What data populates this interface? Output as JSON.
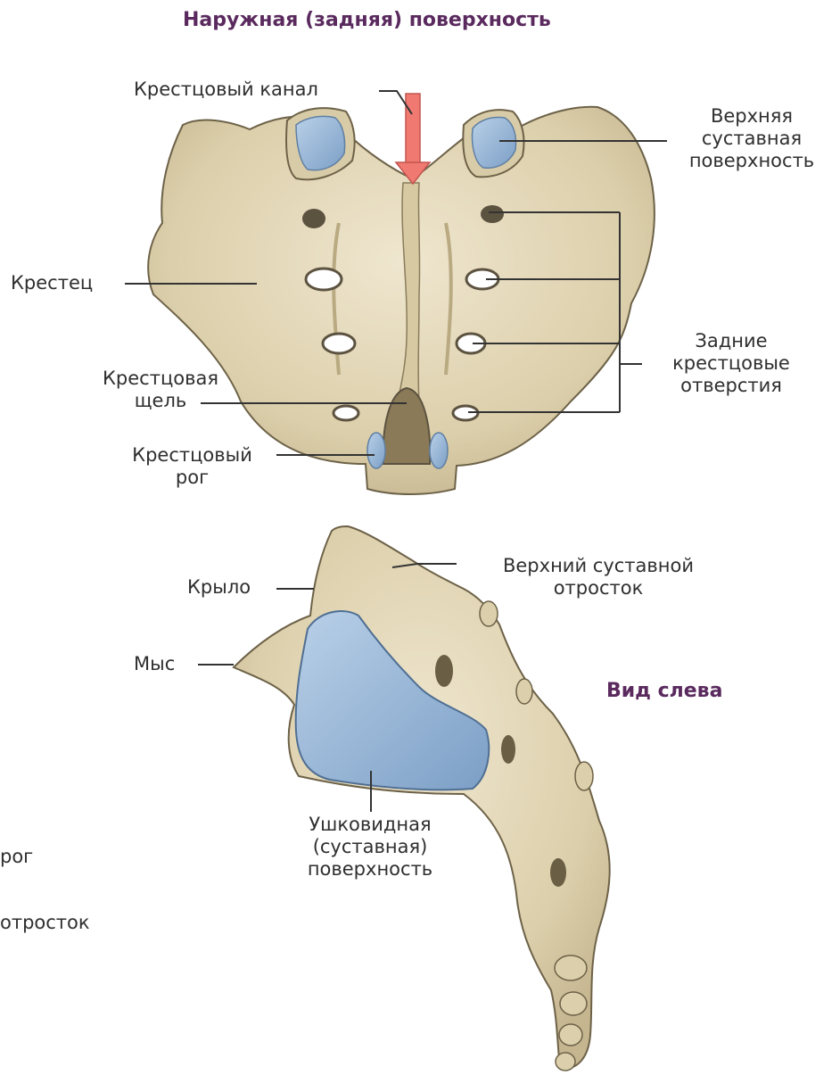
{
  "colors": {
    "bone": "#e6dcc0",
    "bone_shadow": "#c9bb96",
    "bone_outline": "#6d6248",
    "cartilage": "#8fb1d4",
    "cartilage_edge": "#5f7fa3",
    "arrow": "#f07a72",
    "heading": "#5a2a5e",
    "label": "#2f2f2f",
    "leader": "#333333"
  },
  "headings": {
    "top": "Наружная (задняя) поверхность",
    "side": "Вид слева"
  },
  "labels": {
    "sacral_canal": "Крестцовый канал",
    "superior_articular_surface": [
      "Верхняя",
      "суставная",
      "поверхность"
    ],
    "sacrum": "Крестец",
    "sacral_hiatus": [
      "Крестцовая",
      "щель"
    ],
    "posterior_sacral_foramina": [
      "Задние",
      "крестцовые",
      "отверстия"
    ],
    "sacral_horn": [
      "Крестцовый",
      "рог"
    ],
    "wing": "Крыло",
    "superior_articular_process": [
      "Верхний суставной",
      "отросток"
    ],
    "promontory": "Мыс",
    "auricular_surface": [
      "Ушковидная",
      "(суставная)",
      "поверхность"
    ]
  },
  "cut_off_labels": {
    "horn_fragment": "рог",
    "process_fragment": "отросток"
  },
  "icons": {
    "arrow": "down-arrow-icon"
  }
}
